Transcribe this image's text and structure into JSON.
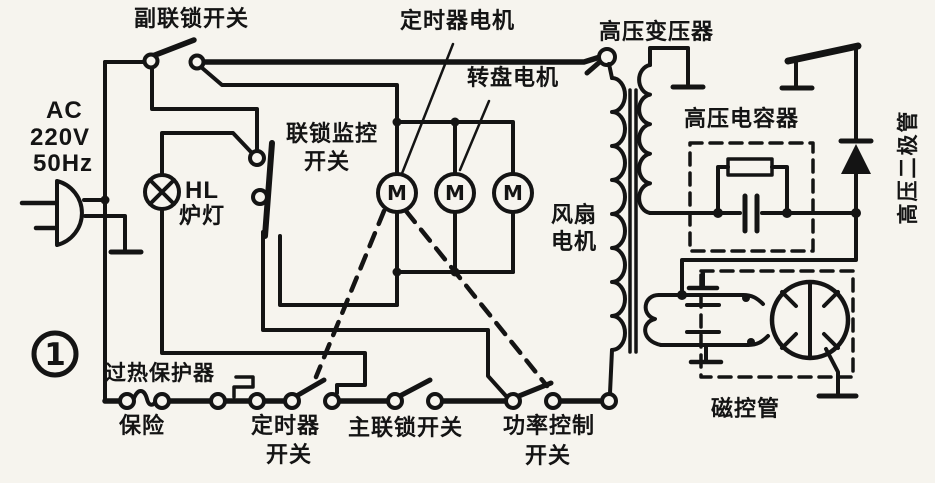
{
  "figure": {
    "figure_number": "1",
    "power": {
      "line1": "AC",
      "line2": "220V",
      "line3": "50Hz"
    },
    "labels": {
      "aux_interlock_switch": "副联锁开关",
      "timer_motor": "定时器电机",
      "turntable_motor": "转盘电机",
      "hv_transformer": "高压变压器",
      "hv_capacitor": "高压电容器",
      "hv_diode": "高压二极管",
      "lamp_code": "HL",
      "lamp_name": "炉灯",
      "interlock_monitor_line1": "联锁监控",
      "interlock_monitor_line2": "开关",
      "fan_motor_line1": "风扇",
      "fan_motor_line2": "电机",
      "magnetron": "磁控管",
      "overheat_protector": "过热保护器",
      "fuse": "保险",
      "timer_switch_line1": "定时器",
      "timer_switch_line2": "开关",
      "main_interlock_switch": "主联锁开关",
      "power_control_line1": "功率控制",
      "power_control_line2": "开关",
      "motor_symbol": "M"
    }
  }
}
